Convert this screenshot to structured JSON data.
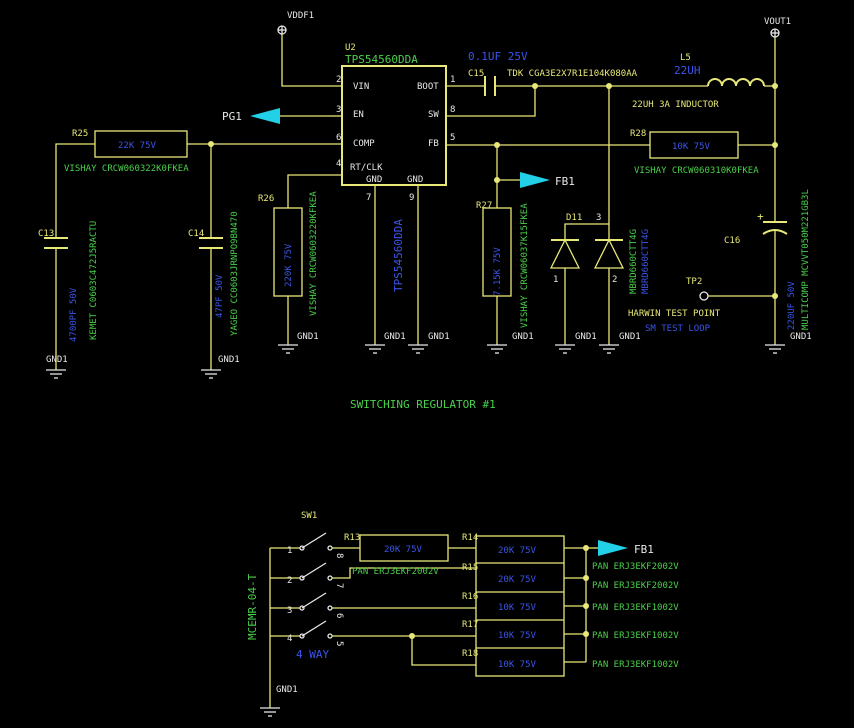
{
  "nets": {
    "vddf1": "VDDF1",
    "vout1": "VOUT1",
    "pg1": "PG1",
    "fb1": "FB1",
    "fb1_b": "FB1",
    "gnd": "GND1"
  },
  "u2": {
    "ref": "U2",
    "part": "TPS54560DDA",
    "part_vertical": "TPS54560DDA",
    "pins": {
      "vin": "VIN",
      "en": "EN",
      "comp": "COMP",
      "rtclk": "RT/CLK",
      "gnd1": "GND",
      "gnd2": "GND",
      "boot": "BOOT",
      "sw": "SW",
      "fb": "FB"
    },
    "pin_nums": {
      "vin": "2",
      "en": "3",
      "comp": "6",
      "rtclk": "4",
      "gnd1": "7",
      "gnd2": "9",
      "boot": "1",
      "sw": "8",
      "fb": "5"
    }
  },
  "c15": {
    "ref": "C15",
    "value": "0.1UF 25V",
    "mfr": "TDK CGA3E2X7R1E104K080AA"
  },
  "l5": {
    "ref": "L5",
    "value": "22UH",
    "desc": "22UH 3A INDUCTOR"
  },
  "r25": {
    "ref": "R25",
    "value": "22K 75V",
    "mfr": "VISHAY CRCW060322K0FKEA"
  },
  "r28": {
    "ref": "R28",
    "value": "10K 75V",
    "mfr": "VISHAY CRCW060310K0FKEA"
  },
  "r26": {
    "ref": "R26",
    "value": "220K 75V",
    "mfr": "VISHAY CRCW0603220KFKEA"
  },
  "r27": {
    "ref": "R27",
    "value": "7.15K 75V",
    "mfr": "VISHAY CRCW06037K15FKEA"
  },
  "c13": {
    "ref": "C13",
    "value": "4700PF 50V",
    "mfr": "KEMET C0603C472J5RACTU"
  },
  "c14": {
    "ref": "C14",
    "value": "47PF 50V",
    "mfr": "YAGEO CC0603JRNPO9BN470"
  },
  "d11": {
    "ref": "D11",
    "pin3": "3",
    "pin1": "1",
    "pin2": "2",
    "mfr": "MBRD660CTT4G",
    "mfr2": "MBRD660CTT4G"
  },
  "c16": {
    "ref": "C16",
    "value": "220UF 50V",
    "mfr": "MULTICOMP MCVVT050M221GB3L"
  },
  "tp2": {
    "ref": "TP2",
    "line1": "HARWIN TEST POINT",
    "line2": "SM TEST LOOP"
  },
  "title": "SWITCHING REGULATOR #1",
  "sw1": {
    "ref": "SW1",
    "part": "MCEMR-04-T",
    "desc": "4 WAY",
    "left_pins": [
      "1",
      "2",
      "3",
      "4"
    ],
    "right_pins": [
      "8",
      "7",
      "6",
      "5"
    ]
  },
  "r13": {
    "ref": "R13",
    "value": "20K 75V",
    "mfr": "PAN ERJ3EKF2002V"
  },
  "r14": {
    "ref": "R14",
    "value": "20K 75V",
    "mfr": "PAN ERJ3EKF2002V"
  },
  "r15": {
    "ref": "R15",
    "value": "20K 75V",
    "mfr": "PAN ERJ3EKF2002V"
  },
  "r16": {
    "ref": "R16",
    "value": "10K 75V",
    "mfr": "PAN ERJ3EKF1002V"
  },
  "r17": {
    "ref": "R17",
    "value": "10K 75V",
    "mfr": "PAN ERJ3EKF1002V"
  },
  "r18": {
    "ref": "R18",
    "value": "10K 75V",
    "mfr": "PAN ERJ3EKF1002V"
  }
}
